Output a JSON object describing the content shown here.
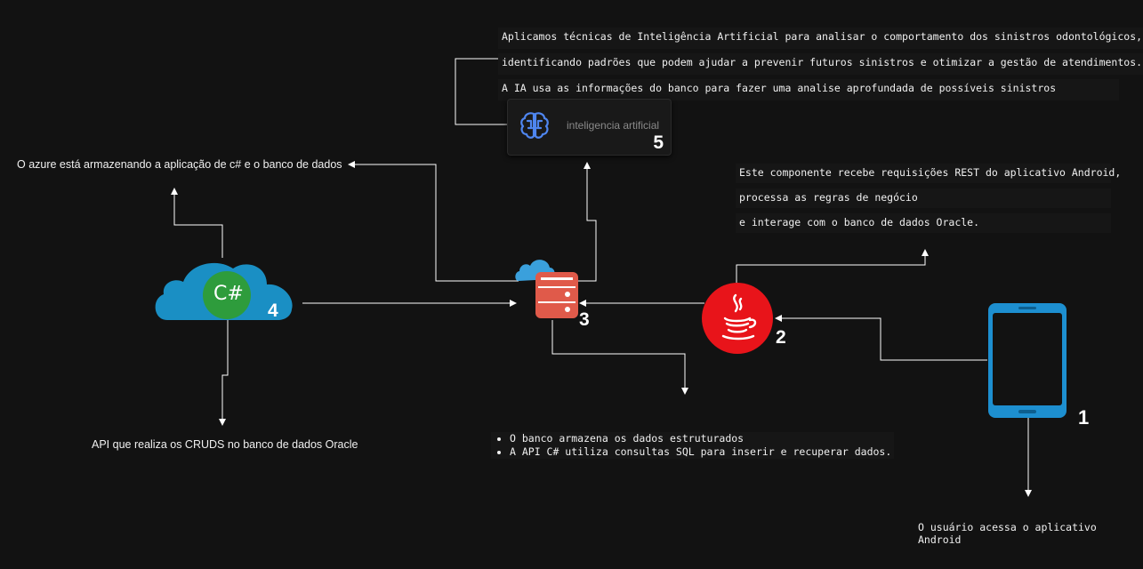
{
  "ai_paragraph": [
    "Aplicamos técnicas de Inteligência Artificial para analisar o comportamento dos sinistros odontológicos,",
    "identificando padrões que podem ajudar a prevenir futuros sinistros e otimizar a gestão de atendimentos.",
    "A IA usa as informações do banco para fazer uma analise aprofundada de possíveis sinistros"
  ],
  "ai_box": {
    "label": "inteligencia artificial",
    "number": "5",
    "icon": "brain-chip-icon"
  },
  "azure_text": "O azure está armazenando a aplicação de c# e o banco de dados",
  "api_component_text": [
    "Este componente recebe requisições REST do aplicativo Android,",
    "processa as regras de negócio",
    "e interage com o banco de dados Oracle."
  ],
  "csharp_cloud": {
    "glyph": "C#",
    "number": "4",
    "icon": "azure-cloud-csharp-icon"
  },
  "database": {
    "number": "3",
    "icon": "cloud-database-icon"
  },
  "java": {
    "number": "2",
    "icon": "java-icon"
  },
  "phone": {
    "number": "1",
    "icon": "smartphone-icon"
  },
  "crud_text": "API que realiza os CRUDS  no banco de dados Oracle",
  "db_bullets": [
    "O banco armazena os dados estruturados",
    "A API C# utiliza consultas SQL para inserir e recuperar dados."
  ],
  "user_text": "O usuário acessa o aplicativo Android",
  "colors": {
    "background": "#121212",
    "azure": "#1a8fc4",
    "csharp": "#2e9c3c",
    "java": "#e8141a",
    "phone": "#1d8fd0",
    "db": "#e05a4a",
    "brain": "#4f86f0"
  }
}
